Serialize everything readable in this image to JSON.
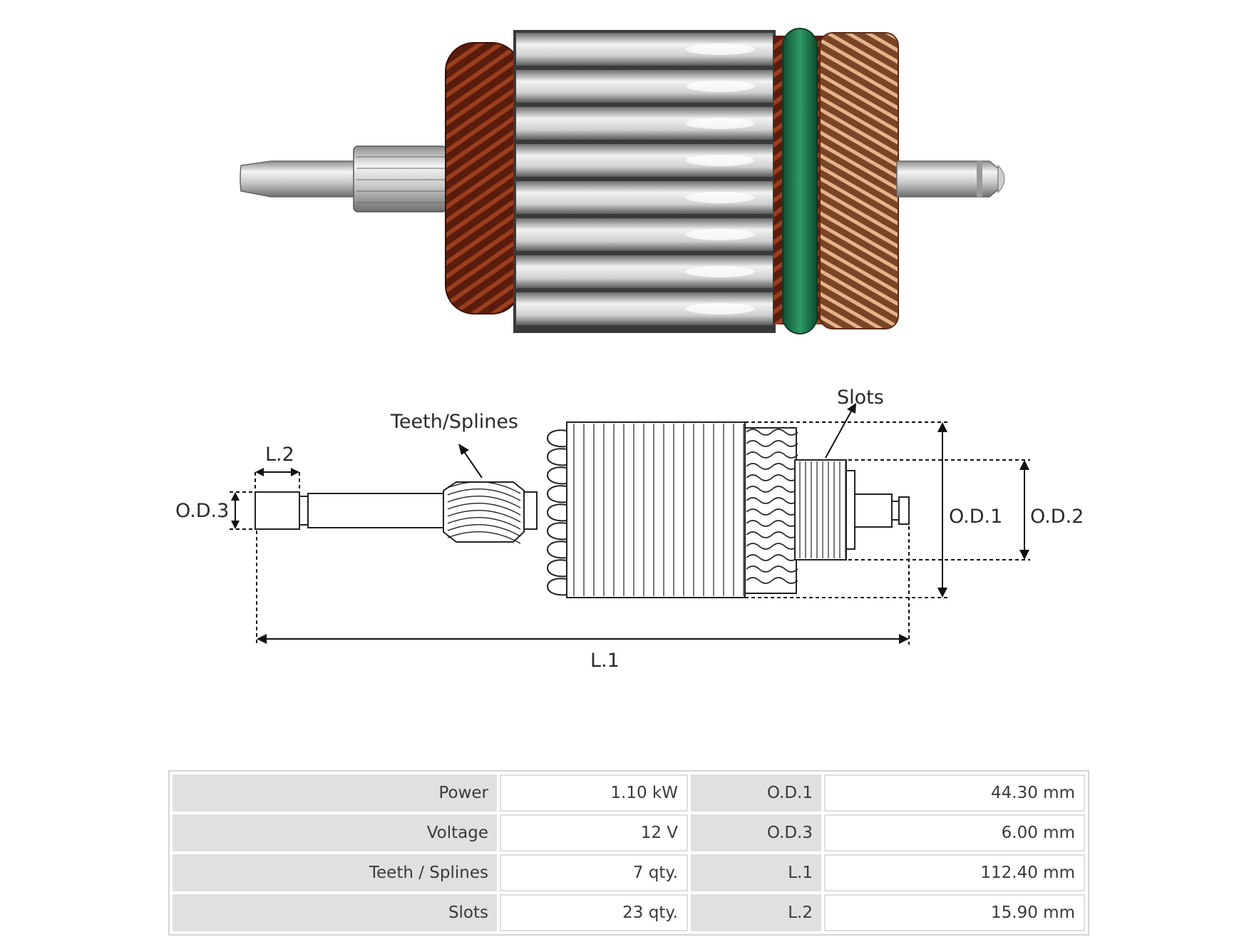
{
  "diagram": {
    "labels": {
      "teeth_splines": "Teeth/Splines",
      "slots": "Slots",
      "l2": "L.2",
      "od3": "O.D.3",
      "od1": "O.D.1",
      "od2": "O.D.2",
      "l1": "L.1"
    }
  },
  "specs": {
    "rows": [
      {
        "k1": "Power",
        "v1": "1.10 kW",
        "k2": "O.D.1",
        "v2": "44.30 mm"
      },
      {
        "k1": "Voltage",
        "v1": "12 V",
        "k2": "O.D.3",
        "v2": "6.00 mm"
      },
      {
        "k1": "Teeth / Splines",
        "v1": "7 qty.",
        "k2": "L.1",
        "v2": "112.40 mm"
      },
      {
        "k1": "Slots",
        "v1": "23 qty.",
        "k2": "L.2",
        "v2": "15.90 mm"
      }
    ]
  },
  "colors": {
    "copper": "#7a2a14",
    "steel": "#d9d9d9",
    "oring_green": "#1f7a4f",
    "line": "#222222"
  }
}
